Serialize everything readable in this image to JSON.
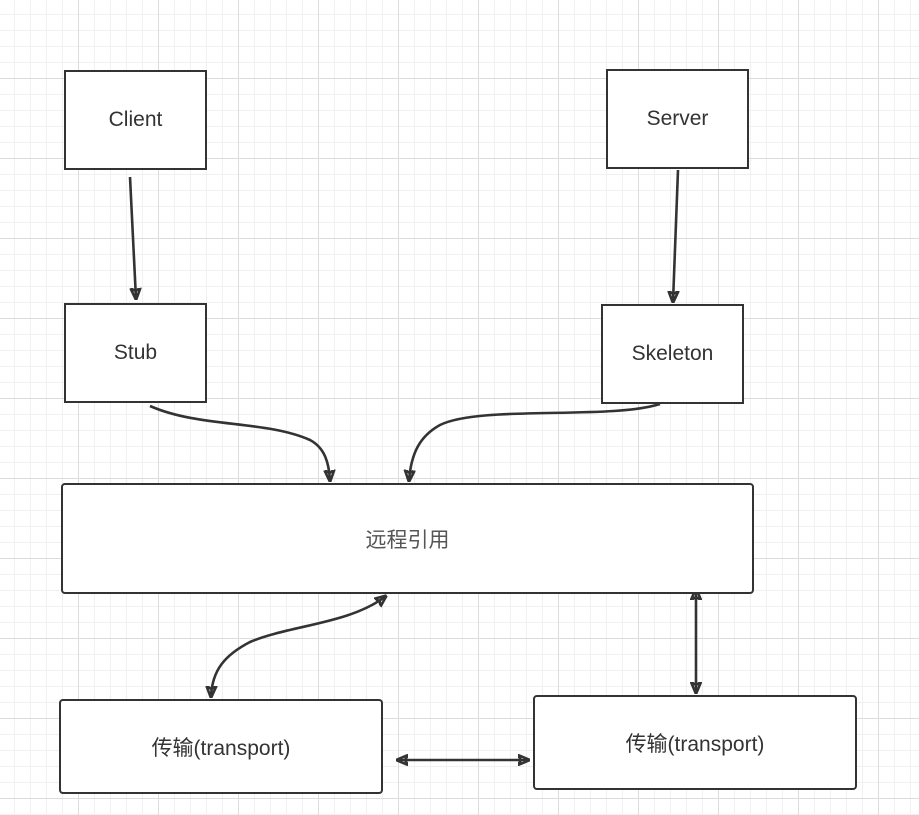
{
  "diagram": {
    "nodes": {
      "client": "Client",
      "server": "Server",
      "stub": "Stub",
      "skeleton": "Skeleton",
      "remote_reference": "远程引用",
      "transport_left": "传输(transport)",
      "transport_right": "传输(transport)"
    },
    "edges": [
      {
        "from": "client",
        "to": "stub",
        "direction": "forward"
      },
      {
        "from": "server",
        "to": "skeleton",
        "direction": "forward"
      },
      {
        "from": "stub",
        "to": "remote_reference",
        "direction": "forward"
      },
      {
        "from": "skeleton",
        "to": "remote_reference",
        "direction": "forward"
      },
      {
        "from": "remote_reference",
        "to": "transport_left",
        "direction": "both"
      },
      {
        "from": "remote_reference",
        "to": "transport_right",
        "direction": "both"
      },
      {
        "from": "transport_left",
        "to": "transport_right",
        "direction": "both"
      }
    ],
    "colors": {
      "stroke": "#333333",
      "background": "#ffffff",
      "grid": "#dcdcdc"
    }
  }
}
